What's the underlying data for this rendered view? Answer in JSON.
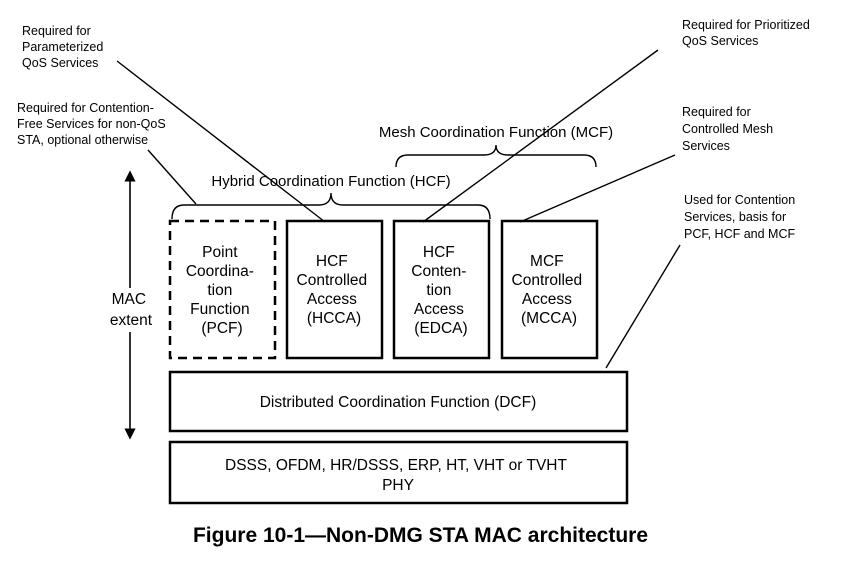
{
  "notes": {
    "parameterized": [
      "Required for",
      "Parameterized",
      "QoS Services"
    ],
    "contention_free": [
      "Required for Contention-",
      "Free Services for non-QoS",
      "STA, optional otherwise"
    ],
    "prioritized": [
      "Required for Prioritized",
      "QoS Services"
    ],
    "mesh": [
      "Required for",
      "Controlled Mesh",
      "Services"
    ],
    "contention": [
      "Used for Contention",
      "Services, basis for",
      "PCF, HCF and MCF"
    ]
  },
  "braces": {
    "mcf": "Mesh Coordination Function (MCF)",
    "hcf": "Hybrid Coordination Function (HCF)"
  },
  "mac_extent": [
    "MAC",
    "extent"
  ],
  "boxes": {
    "pcf": [
      "Point",
      "Coordina-",
      "tion",
      "Function",
      "(PCF)"
    ],
    "hcca": [
      "HCF",
      "Controlled",
      "Access",
      "(HCCA)"
    ],
    "edca": [
      "HCF",
      "Conten-",
      "tion",
      "Access",
      "(EDCA)"
    ],
    "mcca": [
      "MCF",
      "Controlled",
      "Access",
      "(MCCA)"
    ],
    "dcf": "Distributed Coordination Function (DCF)",
    "phy": [
      "DSSS, OFDM, HR/DSSS, ERP, HT, VHT or TVHT",
      "PHY"
    ]
  },
  "caption": "Figure 10-1—Non-DMG STA MAC architecture"
}
